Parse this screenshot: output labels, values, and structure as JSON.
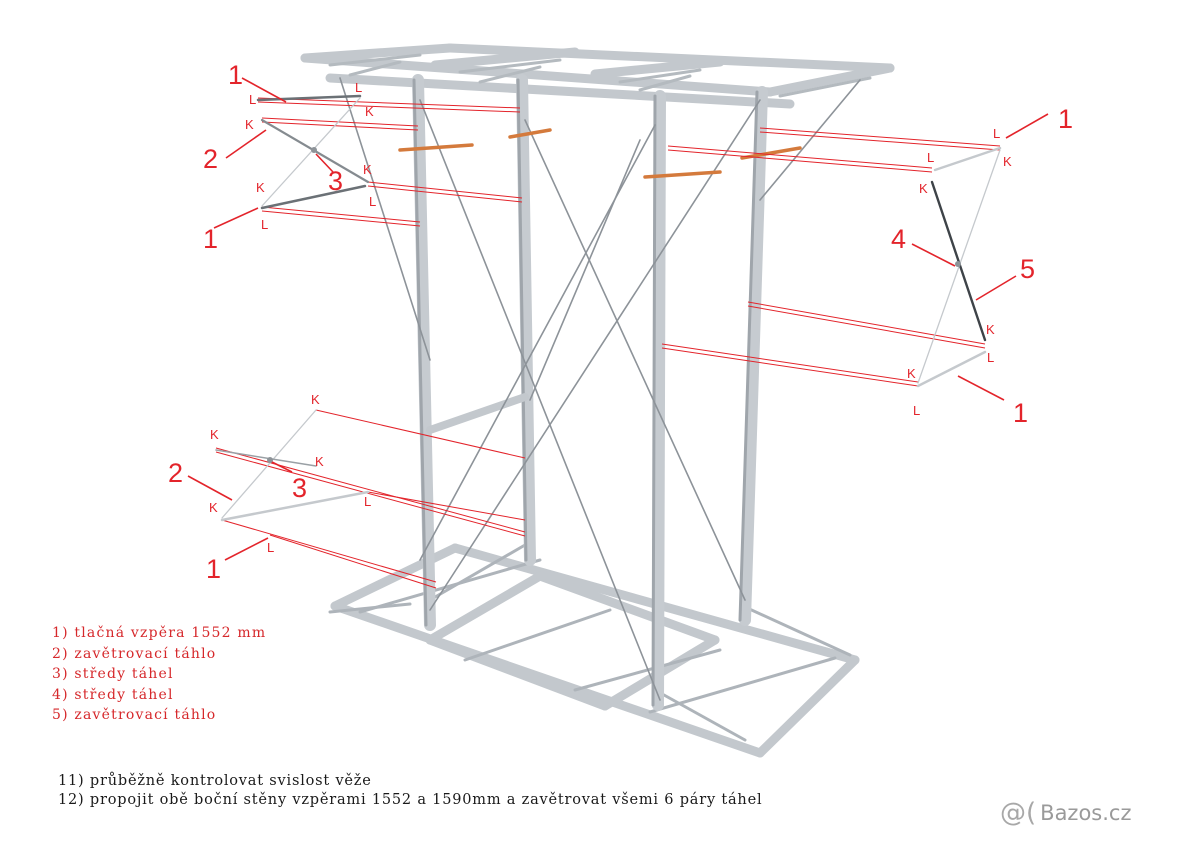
{
  "callouts": {
    "n1": "1",
    "n2": "2",
    "n3": "3",
    "n4": "4",
    "n5": "5",
    "k": "K",
    "l": "L"
  },
  "legend": [
    "1) tlačná vzpěra 1552 mm",
    "2) zavětrovací táhlo",
    "3) středy táhel",
    "4) středy táhel",
    "5) zavětrovací táhlo"
  ],
  "notes": [
    "11) průběžně kontrolovat svislost věže",
    "12) propojit obě boční stěny vzpěrami 1552 a 1590mm a zavětrovat všemi 6 páry táhel"
  ],
  "watermark": {
    "text": "Bazos.cz",
    "icon": "at-sign-icon"
  },
  "colors": {
    "frame": "#c8ccd0",
    "frame_dark": "#9ea4aa",
    "annotation": "#e3242b",
    "brace": "#d47a3c",
    "tie": "#555a60"
  }
}
